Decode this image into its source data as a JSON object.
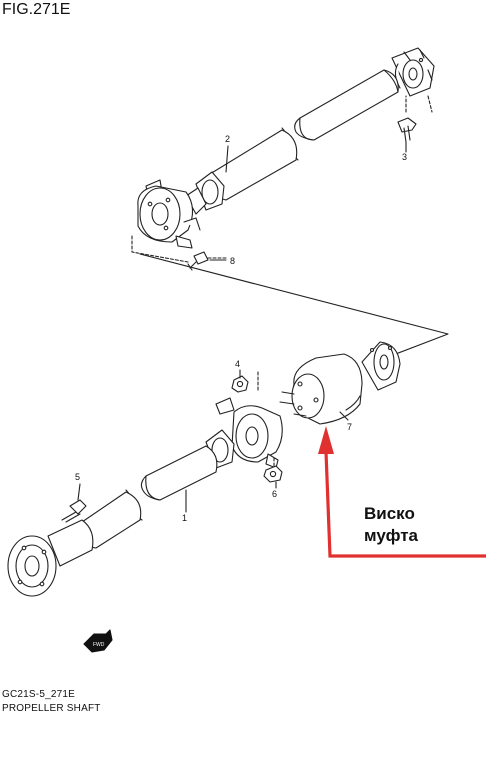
{
  "figure": {
    "title": "FIG.271E"
  },
  "callouts": [
    "2",
    "3",
    "8",
    "4",
    "7",
    "5",
    "6",
    "1"
  ],
  "annotation": {
    "line1": "Виско",
    "line2": "муфта",
    "arrow_color": "#e03030"
  },
  "caption": {
    "code": "GC21S-5_271E",
    "name": "PROPELLER SHAFT"
  },
  "front_icon": {
    "label": "FWD"
  }
}
